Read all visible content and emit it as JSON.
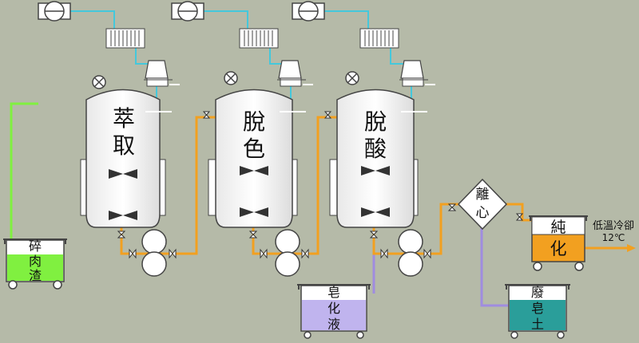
{
  "tanks": [
    {
      "id": "extraction",
      "chars": [
        "萃",
        "取"
      ]
    },
    {
      "id": "decolor",
      "chars": [
        "脫",
        "色"
      ]
    },
    {
      "id": "deacid",
      "chars": [
        "脫",
        "酸"
      ]
    }
  ],
  "carts": [
    {
      "id": "meat-residue",
      "chars": [
        "碎",
        "肉",
        "渣"
      ],
      "fill": "#80f040"
    },
    {
      "id": "soap-liquid",
      "chars": [
        "皂",
        "化",
        "液"
      ],
      "fill": "#c0b4ee"
    },
    {
      "id": "soap-stock",
      "chars": [
        "廢",
        "皂",
        "土"
      ],
      "fill": "#2a9e9a"
    }
  ],
  "centrifuge": {
    "chars": [
      "離",
      "心"
    ]
  },
  "purify": {
    "chars": [
      "純",
      "化"
    ],
    "fill": "#f2a020"
  },
  "output": {
    "line1": "低溫冷卻",
    "line2": "12℃"
  },
  "colors": {
    "background": "#b5baa8",
    "pipe_oil": "#f2a020",
    "pipe_vapor": "#44c8dc",
    "pipe_raw": "#80f040",
    "pipe_soap": "#a08ce0",
    "equipment": "#ffffff"
  }
}
